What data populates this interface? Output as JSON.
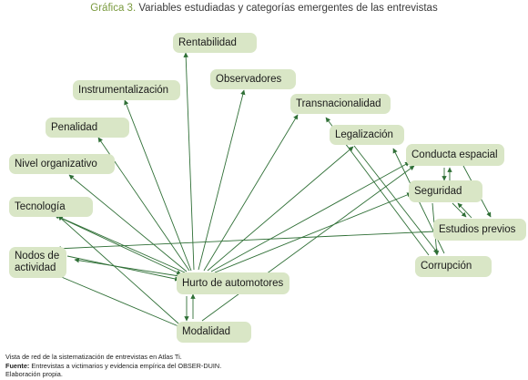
{
  "title": {
    "label": "Gráfica 3.",
    "text": "Variables estudiadas y categorías emergentes de las entrevistas"
  },
  "nodes": {
    "rentabilidad": "Rentabilidad",
    "instrumentalizacion": "Instrumentalización",
    "observadores": "Observadores",
    "transnacionalidad": "Transnacionalidad",
    "penalidad": "Penalidad",
    "legalizacion": "Legalización",
    "conducta_espacial": "Conducta espacial",
    "nivel_organizativo": "Nivel organizativo",
    "seguridad": "Seguridad",
    "tecnologia": "Tecnología",
    "estudios_previos": "Estudios previos",
    "nodos_de_actividad": "Nodos de actividad",
    "corrupcion": "Corrupción",
    "hurto_de_automotores": "Hurto de automotores",
    "modalidad": "Modalidad"
  },
  "caption": {
    "line1": "Vista de red de la sistematización de entrevistas en Atlas Ti.",
    "source_label": "Fuente:",
    "source_text": "Entrevistas a victimarios y evidencia empírica del OBSER-DUIN.",
    "line3": "Elaboración propia."
  }
}
